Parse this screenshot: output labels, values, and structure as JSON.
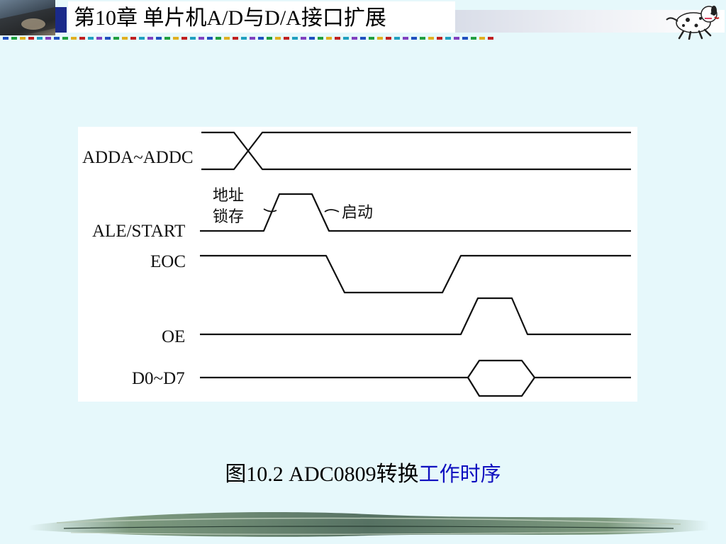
{
  "slide": {
    "title": "第10章 单片机A/D与D/A接口扩展",
    "caption_part1": "图10.2  ADC0809转换",
    "caption_part2": "工作时序"
  },
  "timing_diagram": {
    "signals": [
      {
        "name": "ADDA~ADDC"
      },
      {
        "name": "ALE/START"
      },
      {
        "name": "EOC"
      },
      {
        "name": "OE"
      },
      {
        "name": "D0~D7"
      }
    ],
    "annotations": {
      "address_latch_line1": "地址",
      "address_latch_line2": "锁存",
      "start": "启动"
    }
  },
  "colors": {
    "background": "#e6f8fb",
    "title_block": "#1a2a8a",
    "caption_accent": "#1010c0"
  },
  "icons": {
    "header_photo": "landscape-photo",
    "mascot": "dalmatian-dog-icon"
  }
}
